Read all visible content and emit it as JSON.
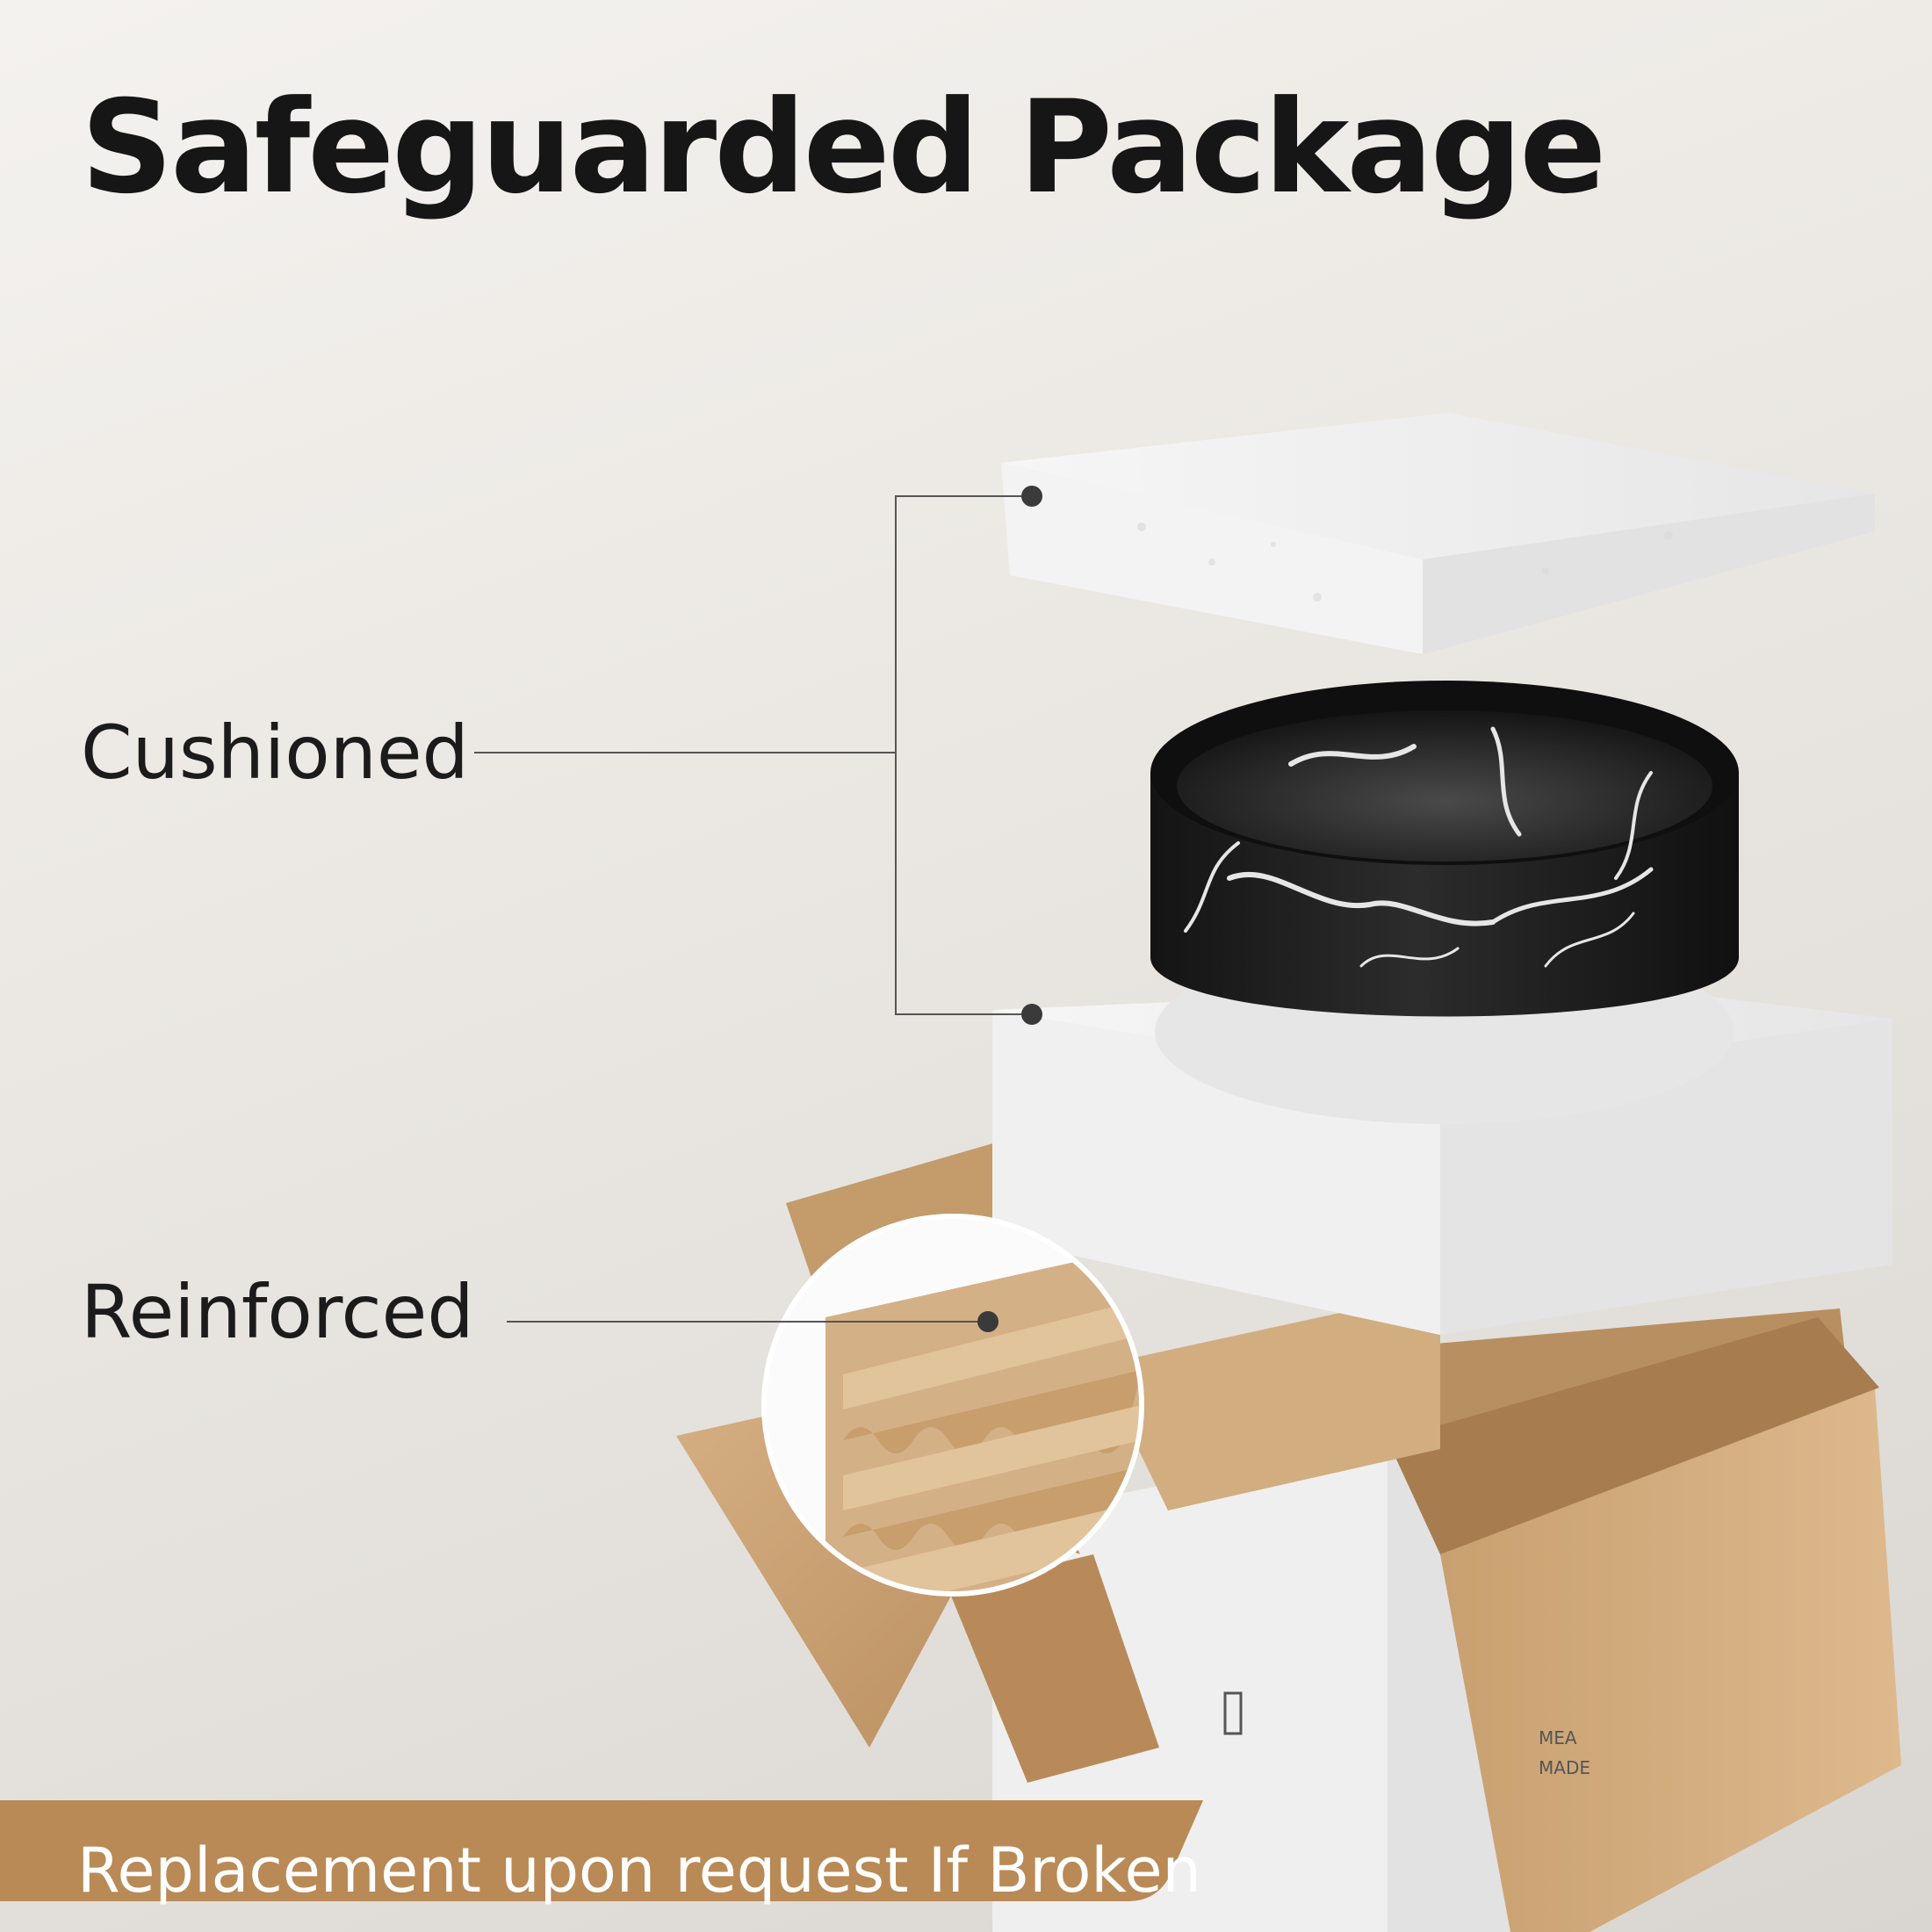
{
  "title": "Safeguarded Package",
  "callouts": {
    "cushioned": "Cushioned",
    "reinforced": "Reinforced"
  },
  "banner": {
    "text": "Replacement upon request If Broken"
  },
  "box_print": [
    "MEA",
    "MADE"
  ],
  "colors": {
    "title": "#161616",
    "banner": "#b98a56",
    "cardboard": "#c8a276",
    "foam": "#f2f2f2",
    "basin": "#1e1e1e"
  },
  "icons": [
    "foam-lid",
    "marble-basin",
    "foam-base",
    "cardboard-box",
    "corrugated-layers-magnifier"
  ]
}
